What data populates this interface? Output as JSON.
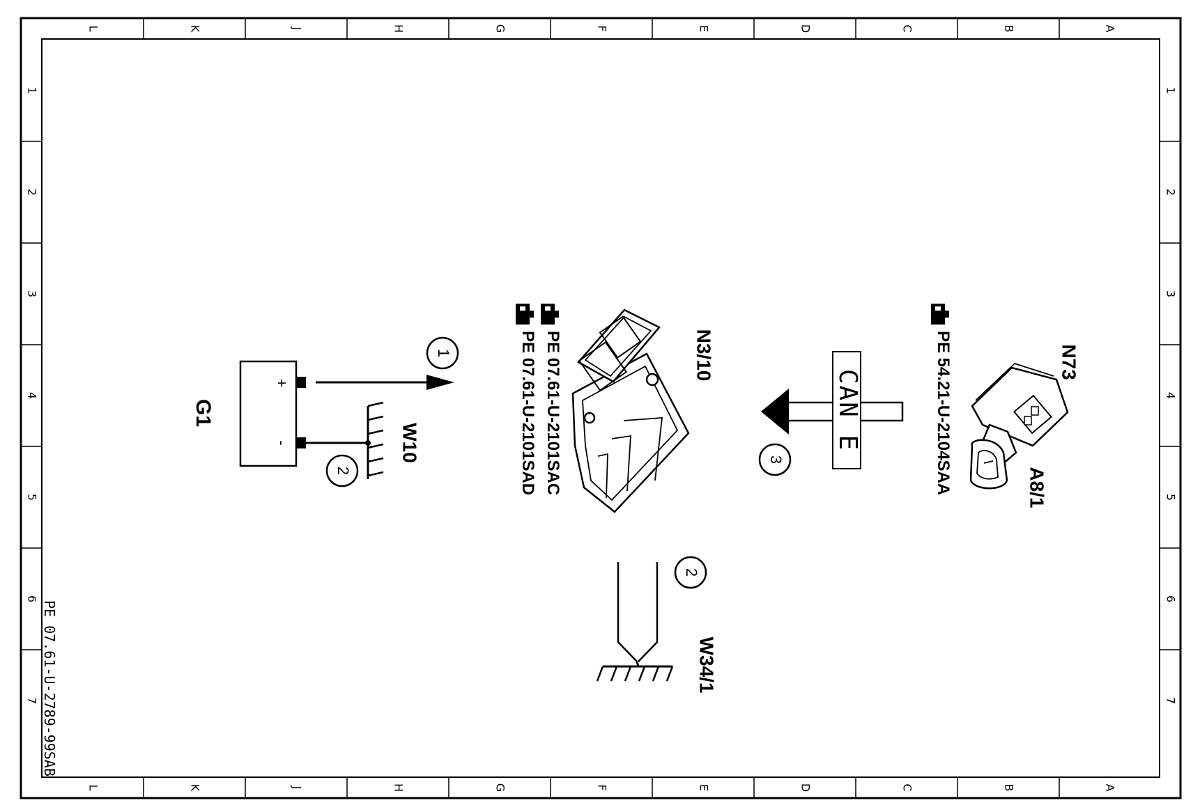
{
  "sheet": {
    "columns": [
      "L",
      "K",
      "J",
      "H",
      "G",
      "F",
      "E",
      "D",
      "C",
      "B",
      "A"
    ],
    "rows": [
      "1",
      "2",
      "3",
      "4",
      "5",
      "6",
      "7"
    ],
    "drawing_number": "PE 07.61-U-2789-99SAB"
  },
  "components": {
    "battery": {
      "label": "G1",
      "plus": "+",
      "minus": "-"
    },
    "ground_point_1": {
      "label": "W10"
    },
    "ground_point_2": {
      "label": "W34/1"
    },
    "engine_ecu": {
      "label": "N3/10",
      "refs": [
        "PE  07.61-U-2101SAC",
        "PE  07.61-U-2101SAD"
      ]
    },
    "ezs": {
      "label": "N73",
      "key_label": "A8/1",
      "ref": "PE  54.21-U-2104SAA"
    },
    "bus": {
      "label": "CAN E"
    }
  },
  "callouts": [
    "1",
    "2",
    "2",
    "3"
  ]
}
